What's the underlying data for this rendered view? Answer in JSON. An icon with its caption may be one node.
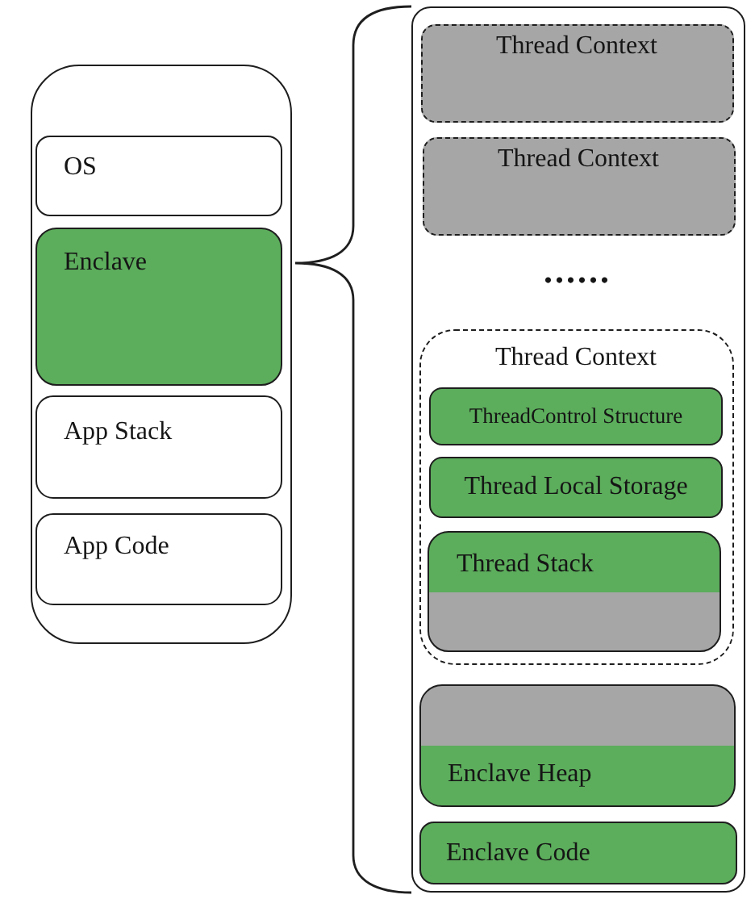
{
  "diagram": {
    "nodes": [
      {
        "text": [],
        "shape": "box"
      },
      {
        "text": [
          "OS"
        ],
        "in": 0
      },
      {
        "text": [
          "Enclave"
        ],
        "in": 0
      },
      {
        "text": [
          "App Stack"
        ],
        "in": 0
      },
      {
        "text": [
          "App Code"
        ],
        "in": 0
      },
      {
        "text": [],
        "shape": "box"
      },
      {
        "text": [
          "Thread Context"
        ],
        "in": 5
      },
      {
        "text": [
          "Thread Context"
        ],
        "in": 5
      },
      {
        "text": [
          "Thread Context"
        ],
        "in": 5
      },
      {
        "text": [
          "ThreadControl Structure"
        ],
        "in": 8
      },
      {
        "text": [
          "Thread Local Storage"
        ],
        "in": 8
      },
      {
        "text": [
          "Thread Stack"
        ],
        "in": 8
      },
      {
        "text": [
          "Enclave Heap"
        ],
        "in": 5
      },
      {
        "text": [
          "Enclave Code"
        ],
        "in": 5
      }
    ],
    "labels": [
      "......"
    ]
  }
}
